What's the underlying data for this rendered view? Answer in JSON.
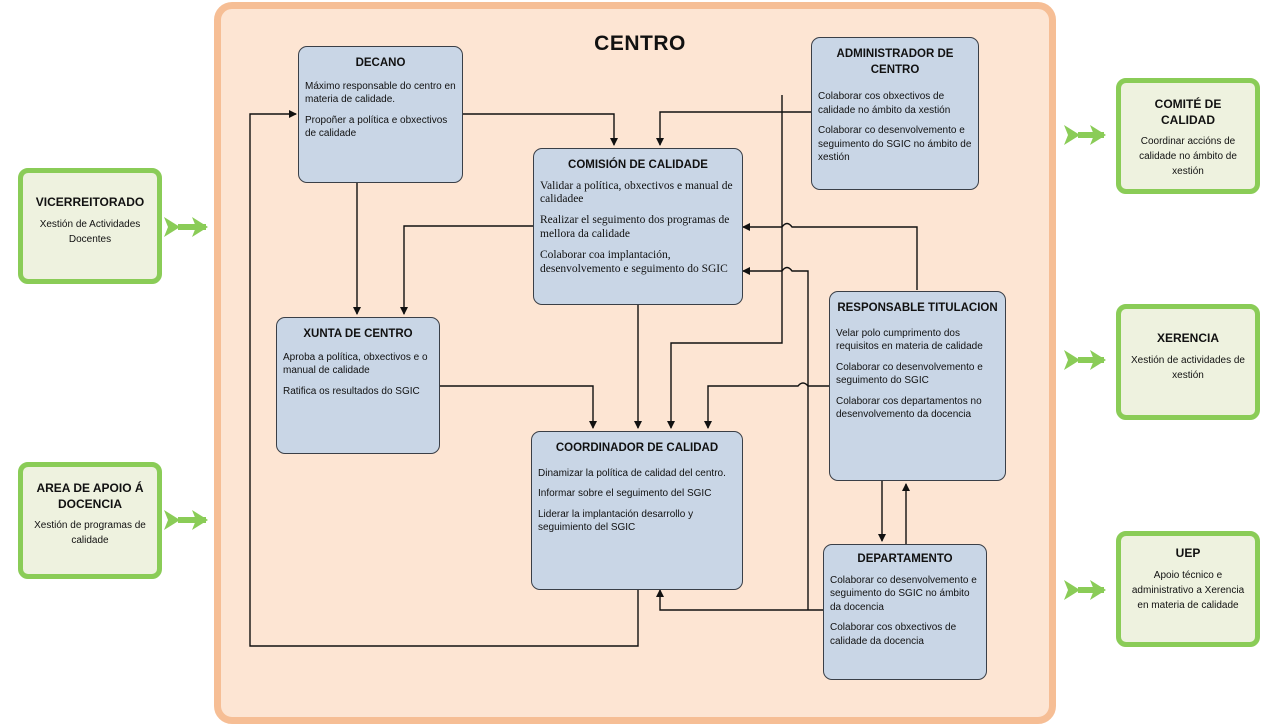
{
  "centro": {
    "title": "CENTRO"
  },
  "decano": {
    "title": "DECANO",
    "items": [
      "Máximo responsable do centro en materia de calidade.",
      "Propoñer a política e obxectivos de calidade"
    ]
  },
  "administrador": {
    "title": "ADMINISTRADOR DE CENTRO",
    "items": [
      "Colaborar cos obxectivos de calidade no ámbito da xestión",
      "Colaborar co desenvolvemento e seguimento do SGIC no ámbito de xestión"
    ]
  },
  "comision": {
    "title": "COMISIÓN DE CALIDADE",
    "items": [
      "Validar a política, obxectivos e manual de calidadee",
      "Realizar el seguimento dos programas de mellora da calidade",
      "Colaborar coa implantación, desenvolvemento e seguimento do SGIC"
    ]
  },
  "xunta": {
    "title": "XUNTA DE CENTRO",
    "items": [
      "Aproba a política, obxectivos e o manual de calidade",
      "Ratifica os resultados do SGIC"
    ]
  },
  "coordinador": {
    "title": "COORDINADOR DE CALIDAD",
    "items": [
      "Dinamizar la política de calidad del centro.",
      "Informar sobre el seguimento del SGIC",
      "Liderar la implantación desarrollo y seguimiento del SGIC"
    ]
  },
  "responsable": {
    "title": "RESPONSABLE TITULACION",
    "items": [
      "Velar polo cumprimento dos requisitos en materia de calidade",
      "Colaborar co desenvolvemento e seguimento do SGIC",
      "Colaborar cos departamentos no desenvolvemento da docencia"
    ]
  },
  "departamento": {
    "title": "DEPARTAMENTO",
    "items": [
      "Colaborar co desenvolvemento e seguimento do SGIC no ámbito da docencia",
      "Colaborar cos obxectivos de calidade da docencia"
    ]
  },
  "external": {
    "vicerreitorado": {
      "title": "VICERREITORADO",
      "desc": "Xestión de Actividades Docentes"
    },
    "area_apoio": {
      "title": "AREA DE APOIO Á DOCENCIA",
      "desc": "Xestión de programas de calidade"
    },
    "comite": {
      "title": "COMITÉ DE CALIDAD",
      "desc": "Coordinar accións de calidade no ámbito de xestión"
    },
    "xerencia": {
      "title": "XERENCIA",
      "desc": "Xestión de actividades de xestión"
    },
    "uep": {
      "title": "UEP",
      "desc": "Apoio técnico e administrativo a Xerencia en materia de calidade"
    }
  },
  "colors": {
    "frame_fill": "#fde5d3",
    "frame_border": "#f6be95",
    "box_fill": "#c9d6e6",
    "external_border": "#8acc57",
    "external_fill": "#eef2df",
    "arrow_green": "#8acc57"
  }
}
